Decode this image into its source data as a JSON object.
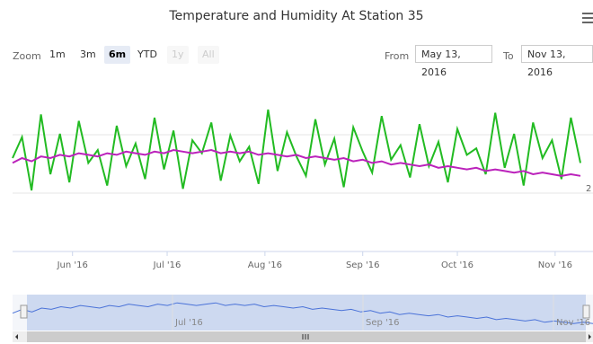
{
  "title": "Temperature and Humidity At Station 35",
  "zoom": {
    "label": "Zoom",
    "buttons": [
      {
        "label": "1m",
        "state": "normal"
      },
      {
        "label": "3m",
        "state": "normal"
      },
      {
        "label": "6m",
        "state": "selected"
      },
      {
        "label": "YTD",
        "state": "normal"
      },
      {
        "label": "1y",
        "state": "disabled"
      },
      {
        "label": "All",
        "state": "disabled"
      }
    ]
  },
  "range": {
    "from_label": "From",
    "from_value": "May 13, 2016",
    "to_label": "To",
    "to_value": "Nov 13, 2016"
  },
  "colors": {
    "temperature": "#22bb22",
    "humidity": "#bb22bb",
    "navigator_series": "#4a72d8",
    "navigator_mask": "#cdd9f0"
  },
  "chart_data": {
    "type": "line",
    "x_ticks": [
      "Jun '16",
      "Jul '16",
      "Aug '16",
      "Sep '16",
      "Oct '16",
      "Nov '16"
    ],
    "x_range": [
      "May 13, 2016",
      "Nov 13, 2016"
    ],
    "y_tick_labels": [
      "2"
    ],
    "series": [
      {
        "color": "#22bb22",
        "x_start": "May 13, 2016",
        "step_days": 3,
        "values": [
          55,
          68,
          35,
          82,
          45,
          70,
          40,
          78,
          52,
          60,
          38,
          75,
          50,
          64,
          42,
          80,
          48,
          72,
          36,
          66,
          58,
          77,
          41,
          69,
          53,
          62,
          39,
          85,
          47,
          71,
          56,
          44,
          79,
          51,
          67,
          37,
          74,
          59,
          46,
          81,
          54,
          63,
          43,
          76,
          50,
          65,
          40,
          73,
          57,
          61,
          45,
          83,
          49,
          70,
          38,
          77,
          55,
          66,
          42,
          80,
          52
        ]
      },
      {
        "color": "#bb22bb",
        "x_start": "May 13, 2016",
        "step_days": 3,
        "values": [
          52,
          55,
          53,
          56,
          55,
          57,
          56,
          58,
          57,
          56,
          58,
          57,
          59,
          58,
          57,
          59,
          58,
          60,
          59,
          58,
          59,
          60,
          58,
          59,
          58,
          59,
          57,
          58,
          57,
          56,
          57,
          55,
          56,
          55,
          54,
          55,
          53,
          54,
          52,
          53,
          51,
          52,
          51,
          50,
          51,
          49,
          50,
          49,
          48,
          49,
          47,
          48,
          47,
          46,
          47,
          45,
          46,
          45,
          44,
          45,
          44
        ]
      }
    ],
    "navigator": {
      "x_ticks": [
        "Jul '16",
        "Sep '16",
        "Nov '16"
      ]
    }
  }
}
